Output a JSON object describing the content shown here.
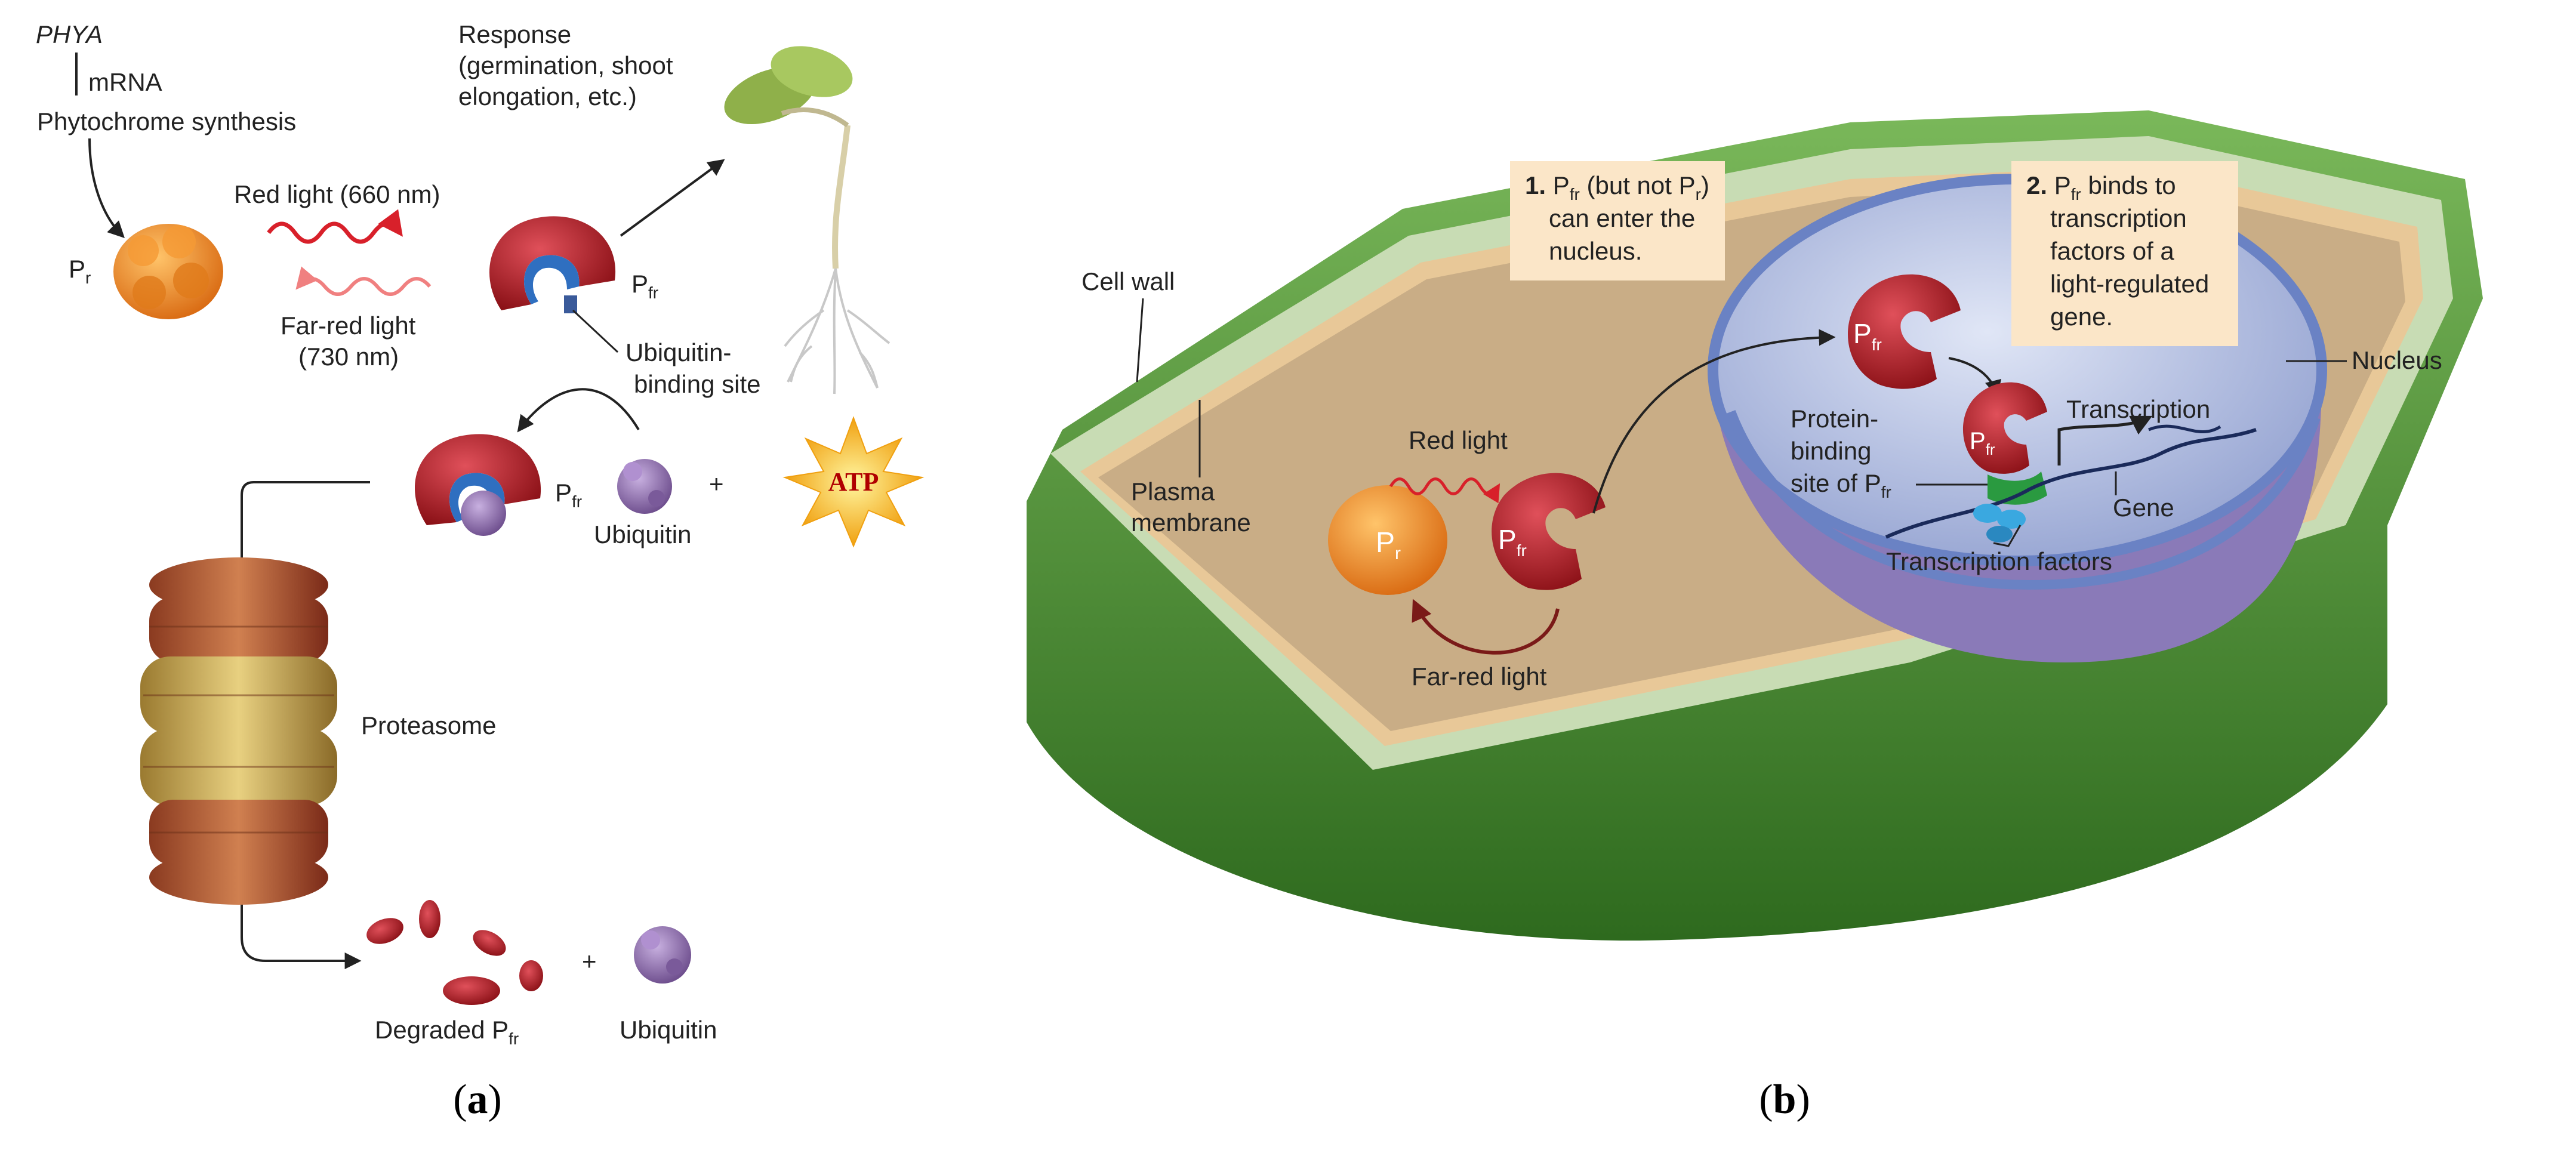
{
  "panel_a": {
    "phya": "PHYA",
    "mrna": "mRNA",
    "synthesis": "Phytochrome synthesis",
    "response_1": "Response",
    "response_2": "(germination, shoot",
    "response_3": "elongation, etc.)",
    "red_light": "Red light (660 nm)",
    "far_red_1": "Far-red light",
    "far_red_2": "(730 nm)",
    "pr_main": "P",
    "pr_sub": "r",
    "pfr_main": "P",
    "pfr_sub": "fr",
    "ubq_site_1": "Ubiquitin-",
    "ubq_site_2": "binding site",
    "ubiquitin": "Ubiquitin",
    "plus": "+",
    "atp": "ATP",
    "proteasome": "Proteasome",
    "degraded": "Degraded P",
    "caption": "(a)"
  },
  "panel_b": {
    "cell_wall": "Cell wall",
    "plasma_1": "Plasma",
    "plasma_2": "membrane",
    "red_light": "Red light",
    "far_red": "Far-red light",
    "nucleus": "Nucleus",
    "note1_num": "1.",
    "note1_a": "P",
    "note1_b": "(but not P",
    "note1_c": ")",
    "note1_line2": "can enter the",
    "note1_line3": "nucleus.",
    "note2_num": "2.",
    "note2_a": "P",
    "note2_b": "binds to",
    "note2_line2": "transcription",
    "note2_line3": "factors of a",
    "note2_line4": "light-regulated",
    "note2_line5": "gene.",
    "pbs_1": "Protein-",
    "pbs_2": "binding",
    "pbs_3": "site of P",
    "transcription": "Transcription",
    "gene": "Gene",
    "tfs": "Transcription factors",
    "pr_label": "P",
    "pr_sub": "r",
    "pfr_label": "P",
    "pfr_sub": "fr",
    "caption": "(b)"
  },
  "colors": {
    "pr_orange": "#e8801c",
    "pfr_red": "#b8202a",
    "binding_blue": "#2f6fc0",
    "ubiquitin_purple": "#8a6aa8",
    "cell_wall_green": "#4a8a30",
    "cytoplasm_tan": "#c9ad86",
    "nucleus_blue": "#aab8dc",
    "note_bg": "#fbe6c8"
  }
}
